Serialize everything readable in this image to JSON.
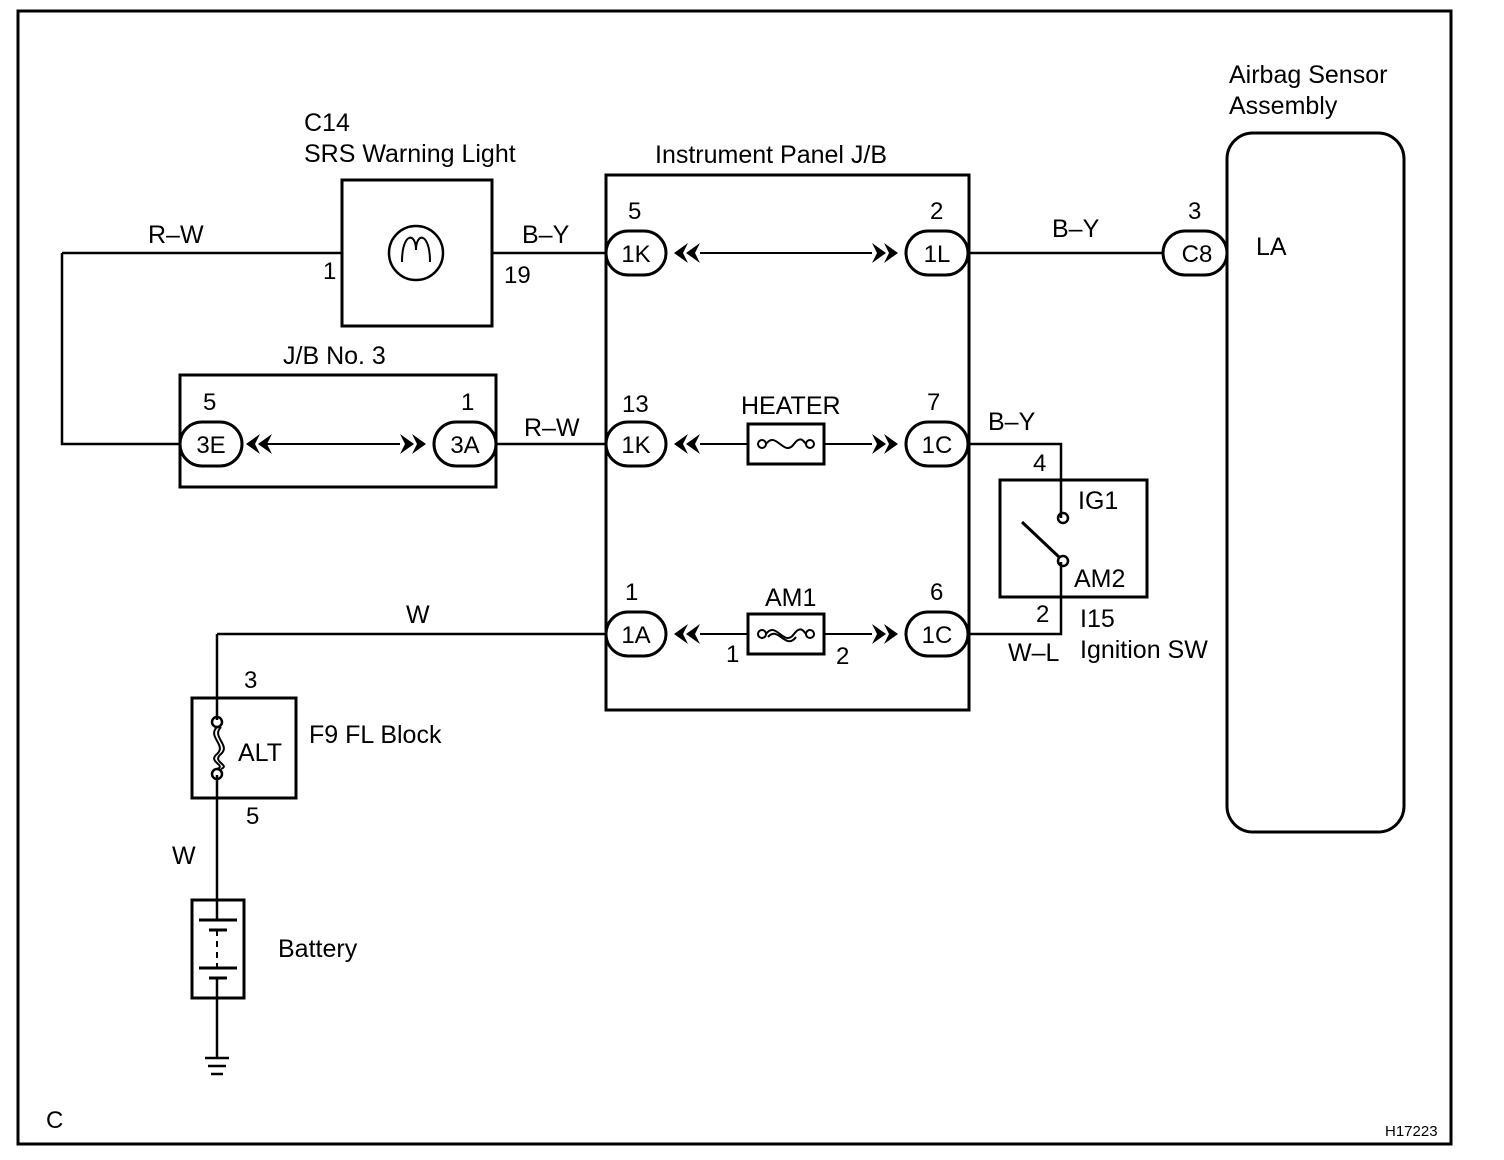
{
  "page_corner_letter": "C",
  "figure_code": "H17223",
  "components": {
    "airbag_sensor": {
      "line1": "Airbag Sensor",
      "line2": "Assembly",
      "terminal": "LA",
      "connector": "C8",
      "pin": "3"
    },
    "warning_light": {
      "code": "C14",
      "name": "SRS Warning Light",
      "pin_left": "1",
      "pin_right": "19"
    },
    "instrument_panel_jb": {
      "title": "Instrument Panel J/B"
    },
    "jb_no3": {
      "title": "J/B No. 3"
    },
    "ignition_switch": {
      "code": "I15",
      "name": "Ignition SW",
      "ig1": "IG1",
      "am2": "AM2",
      "pin_ig1": "4",
      "pin_am2": "2"
    },
    "fl_block": {
      "name": "F9 FL Block",
      "fuse": "ALT",
      "pin_top": "3",
      "pin_bottom": "5"
    },
    "battery": {
      "name": "Battery"
    }
  },
  "fuses": {
    "heater": "HEATER",
    "am1": "AM1",
    "am1_pin_left": "1",
    "am1_pin_right": "2"
  },
  "connectors": [
    {
      "id": "1K",
      "pin": "5"
    },
    {
      "id": "1L",
      "pin": "2"
    },
    {
      "id": "3E",
      "pin": "5"
    },
    {
      "id": "3A",
      "pin": "1"
    },
    {
      "id": "1K",
      "pin": "13"
    },
    {
      "id": "1C",
      "pin": "7"
    },
    {
      "id": "1A",
      "pin": "1"
    },
    {
      "id": "1C",
      "pin": "6"
    }
  ],
  "wire_colors": {
    "rw_top": "R–W",
    "by_light": "B–Y",
    "by_sensor": "B–Y",
    "rw_mid": "R–W",
    "by_ig": "B–Y",
    "w_top": "W",
    "wl": "W–L",
    "w_batt": "W"
  }
}
